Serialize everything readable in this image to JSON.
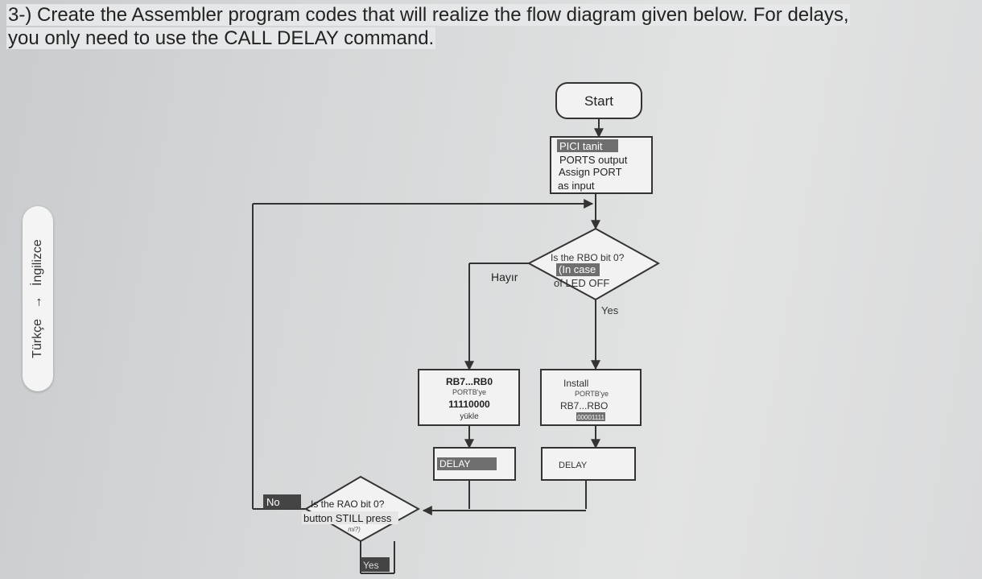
{
  "question": {
    "line1": "3-) Create the Assembler program codes that will realize the flow diagram given below. For delays,",
    "line2": "you only need to use the CALL DELAY command."
  },
  "translate_pill": {
    "source_lang": "Türkçe",
    "arrow": "→",
    "target_lang": "İngilizce"
  },
  "flowchart": {
    "start": "Start",
    "init_box": [
      "PICI tanit",
      "PORTS output",
      "Assign PORT",
      "as input"
    ],
    "decision_rb0": [
      "Is the RBO bit 0?",
      "(In case",
      "of LED OFF"
    ],
    "label_no_left": "Hayır",
    "label_yes_down": "Yes",
    "left_load_box": [
      "RB7...RB0",
      "PORTB'ye",
      "11110000",
      "yükle"
    ],
    "right_install_box": [
      "Install",
      "PORTB'ye",
      "RB7...RBO",
      "00001111"
    ],
    "delay_left": "DELAY",
    "delay_right": "DELAY",
    "decision_ra0": [
      "Is the RAO bit 0?",
      "button STILL press",
      "mi?)"
    ],
    "label_no_loop": "No",
    "label_yes_bottom": "Yes"
  },
  "colors": {
    "paper": "#d6d8d9",
    "line": "#333333",
    "box_fill": "#f2f2f2",
    "highlight_dark": "#6e6e6e",
    "highlight_light": "#e6e6e6"
  }
}
